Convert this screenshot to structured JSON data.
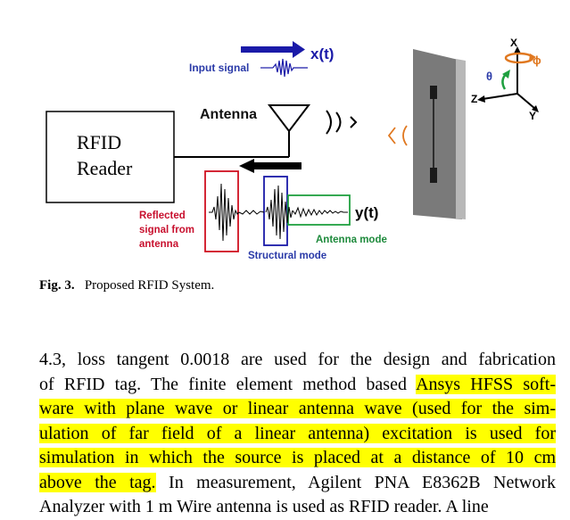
{
  "figure": {
    "input_signal_label": "Input signal",
    "x_label": "x(t)",
    "antenna_label": "Antenna",
    "reader_line1": "RFID",
    "reader_line2": "Reader",
    "y_label": "y(t)",
    "reflected_line1": "Reflected",
    "reflected_line2": "signal from",
    "reflected_line3": "antenna",
    "antenna_mode_label": "Antenna mode",
    "structural_mode_label": "Structural mode",
    "axis_x": "X",
    "axis_y": "Y",
    "axis_z": "Z",
    "axis_theta": "θ",
    "axis_phi": "ϕ",
    "colors": {
      "blue": "#1a1aa8",
      "red": "#d01020",
      "green": "#20a040",
      "orange": "#e07820",
      "label_blue": "#2a3aa8",
      "label_red": "#c8102e",
      "label_green": "#1e8a3c",
      "highlight": "#ffff00"
    }
  },
  "caption": {
    "label": "Fig. 3.",
    "text": "Proposed RFID System."
  },
  "body": {
    "line1": "4.3, loss tangent 0.0018 are used for the design and fabrication",
    "line2_plain": "of RFID tag. The finite element method based ",
    "line2_hl": "Ansys HFSS soft-",
    "line3_hl": "ware with plane wave or linear antenna wave (used for the sim-",
    "line4_hl": "ulation of far field of a linear antenna) excitation is used for",
    "line5_hl": "simulation in which the source is placed at a distance of 10 cm",
    "line6_hl": "above the tag.",
    "line6_plain": " In measurement, Agilent PNA E8362B Network",
    "line7_partial": "Analyzer with 1 m Wire antenna is used as RFID reader. A line"
  }
}
